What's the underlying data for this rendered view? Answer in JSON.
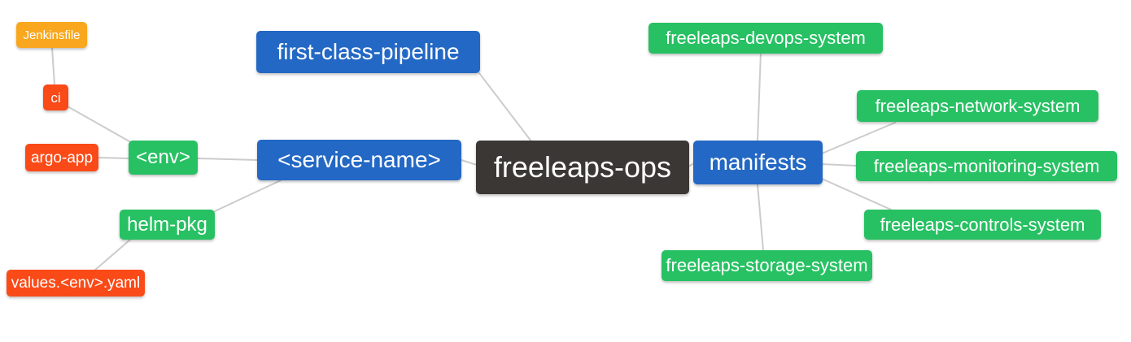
{
  "palette": {
    "blue": "#2368c4",
    "green": "#27c163",
    "red": "#fa4a17",
    "orange": "#f9a71e",
    "dark": "#3a3735",
    "edge": "#cccccc",
    "text": "#ffffff"
  },
  "nodes": [
    {
      "id": "jenkinsfile",
      "label": "Jenkinsfile",
      "color": "orange"
    },
    {
      "id": "ci",
      "label": "ci",
      "color": "red"
    },
    {
      "id": "argo-app",
      "label": "argo-app",
      "color": "red"
    },
    {
      "id": "env",
      "label": "<env>",
      "color": "green"
    },
    {
      "id": "helm-pkg",
      "label": "helm-pkg",
      "color": "green"
    },
    {
      "id": "values-env-yaml",
      "label": "values.<env>.yaml",
      "color": "red"
    },
    {
      "id": "first-class-pipeline",
      "label": "first-class-pipeline",
      "color": "blue"
    },
    {
      "id": "service-name",
      "label": "<service-name>",
      "color": "blue"
    },
    {
      "id": "freeleaps-ops",
      "label": "freeleaps-ops",
      "color": "dark"
    },
    {
      "id": "manifests",
      "label": "manifests",
      "color": "blue"
    },
    {
      "id": "freeleaps-devops-system",
      "label": "freeleaps-devops-system",
      "color": "green"
    },
    {
      "id": "freeleaps-network-system",
      "label": "freeleaps-network-system",
      "color": "green"
    },
    {
      "id": "freeleaps-monitoring-system",
      "label": "freeleaps-monitoring-system",
      "color": "green"
    },
    {
      "id": "freeleaps-controls-system",
      "label": "freeleaps-controls-system",
      "color": "green"
    },
    {
      "id": "freeleaps-storage-system",
      "label": "freeleaps-storage-system",
      "color": "green"
    }
  ],
  "edges": [
    {
      "from": "jenkinsfile",
      "to": "ci"
    },
    {
      "from": "ci",
      "to": "env"
    },
    {
      "from": "argo-app",
      "to": "env"
    },
    {
      "from": "env",
      "to": "service-name"
    },
    {
      "from": "service-name",
      "to": "helm-pkg"
    },
    {
      "from": "helm-pkg",
      "to": "values-env-yaml"
    },
    {
      "from": "service-name",
      "to": "freeleaps-ops"
    },
    {
      "from": "first-class-pipeline",
      "to": "freeleaps-ops"
    },
    {
      "from": "freeleaps-ops",
      "to": "manifests"
    },
    {
      "from": "manifests",
      "to": "freeleaps-devops-system"
    },
    {
      "from": "manifests",
      "to": "freeleaps-network-system"
    },
    {
      "from": "manifests",
      "to": "freeleaps-monitoring-system"
    },
    {
      "from": "manifests",
      "to": "freeleaps-controls-system"
    },
    {
      "from": "manifests",
      "to": "freeleaps-storage-system"
    }
  ]
}
